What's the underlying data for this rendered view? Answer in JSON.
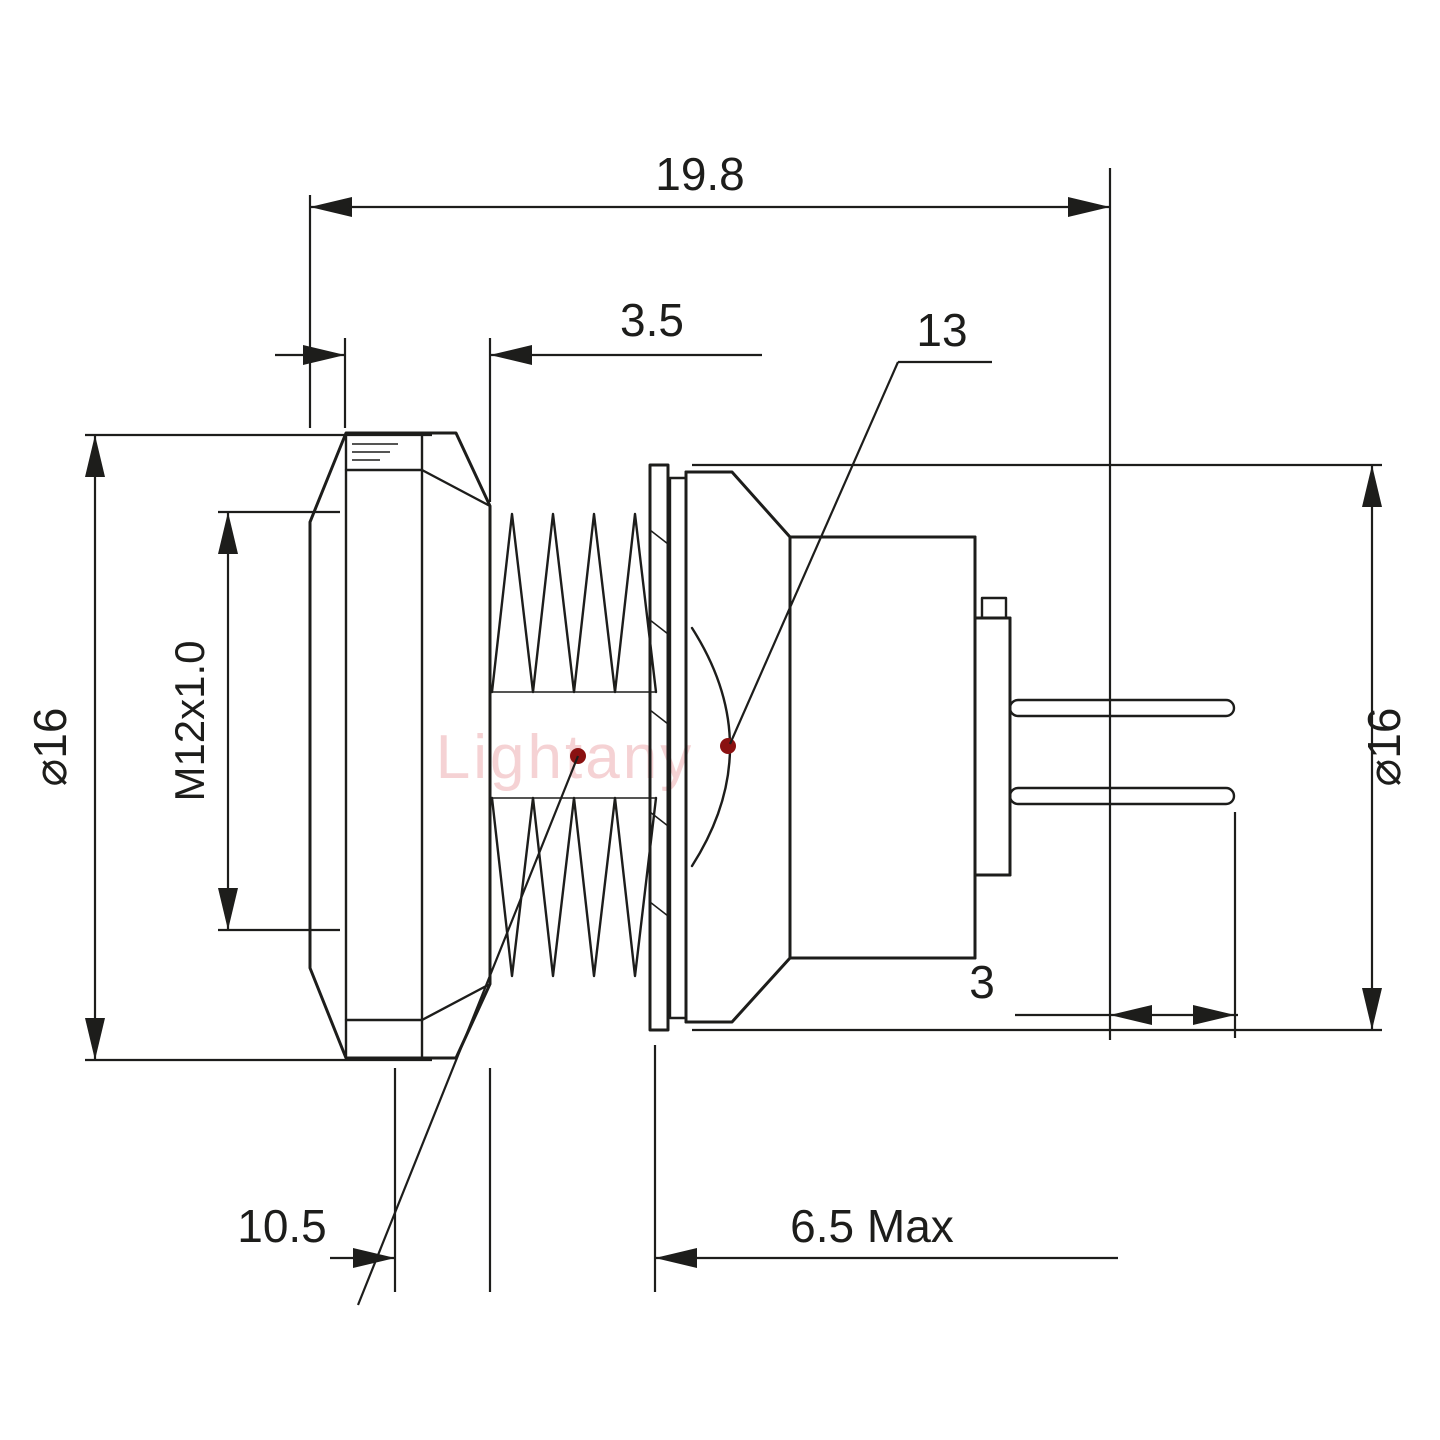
{
  "drawing": {
    "watermark": "Lightany",
    "colors": {
      "line": "#1d1d1b",
      "accent_dot": "#8a1111",
      "watermark": "#f3c8ca"
    },
    "dimensions": {
      "overall_length": "19.8",
      "hex_section_width": "3.5",
      "body_diameter": "13",
      "left_outer_diameter": "⌀16",
      "thread_spec": "M12x1.0",
      "right_outer_diameter": "⌀16",
      "pin_tail_length": "3",
      "mount_length": "10.5",
      "panel_thickness_max": "6.5 Max"
    }
  }
}
